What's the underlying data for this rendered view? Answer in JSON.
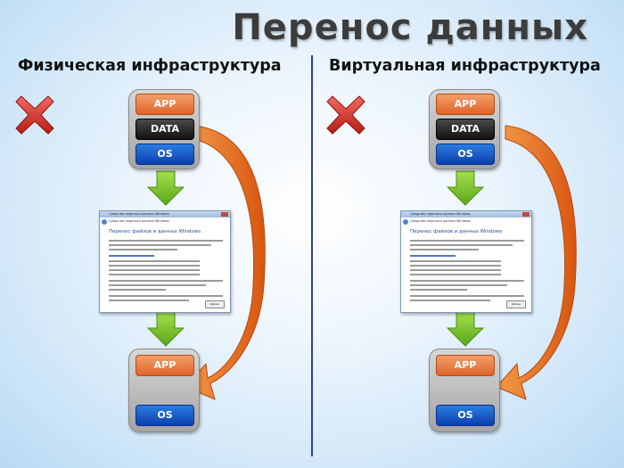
{
  "title": "Перенос данных",
  "left": {
    "subtitle": "Физическая инфраструктура"
  },
  "right": {
    "subtitle": "Виртуальная инфраструктура"
  },
  "layers": {
    "app": "APP",
    "data": "DATA",
    "os": "OS"
  },
  "wizard": {
    "titlebar": "Средство переноса данных Windows",
    "nav": "Средство переноса данных Windows",
    "heading": "Перенос файлов и данных Windows",
    "button": "Далее"
  },
  "colors": {
    "accent_orange": "#e8701c",
    "down_arrow_green": "#7dc42a",
    "x_red": "#d9312b",
    "divider": "#2d3f9a"
  },
  "icons": [
    "x-mark-icon",
    "down-arrow-icon",
    "curved-arrow-icon"
  ]
}
